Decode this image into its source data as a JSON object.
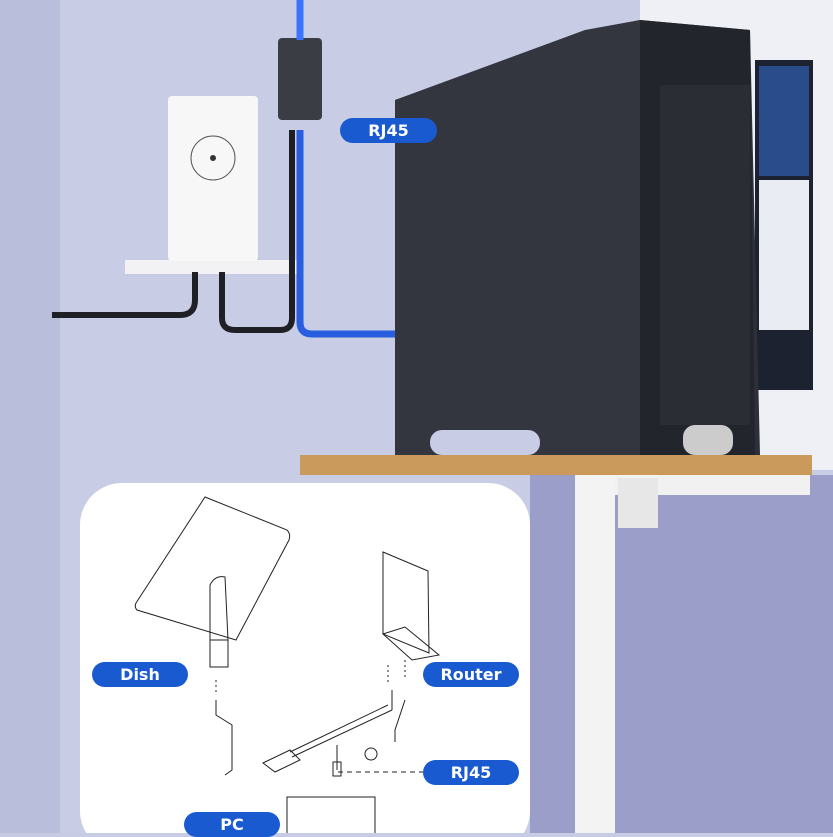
{
  "labels": {
    "rj45_top": "RJ45",
    "dish": "Dish",
    "router": "Router",
    "rj45_diagram": "RJ45",
    "pc": "PC"
  },
  "colors": {
    "label_bg": "#1a5ad0",
    "wall": "#c7cbe4",
    "pc_case": "#2c2f36",
    "desk": "#c99a5c",
    "cable_glow": "#2f6bff"
  }
}
